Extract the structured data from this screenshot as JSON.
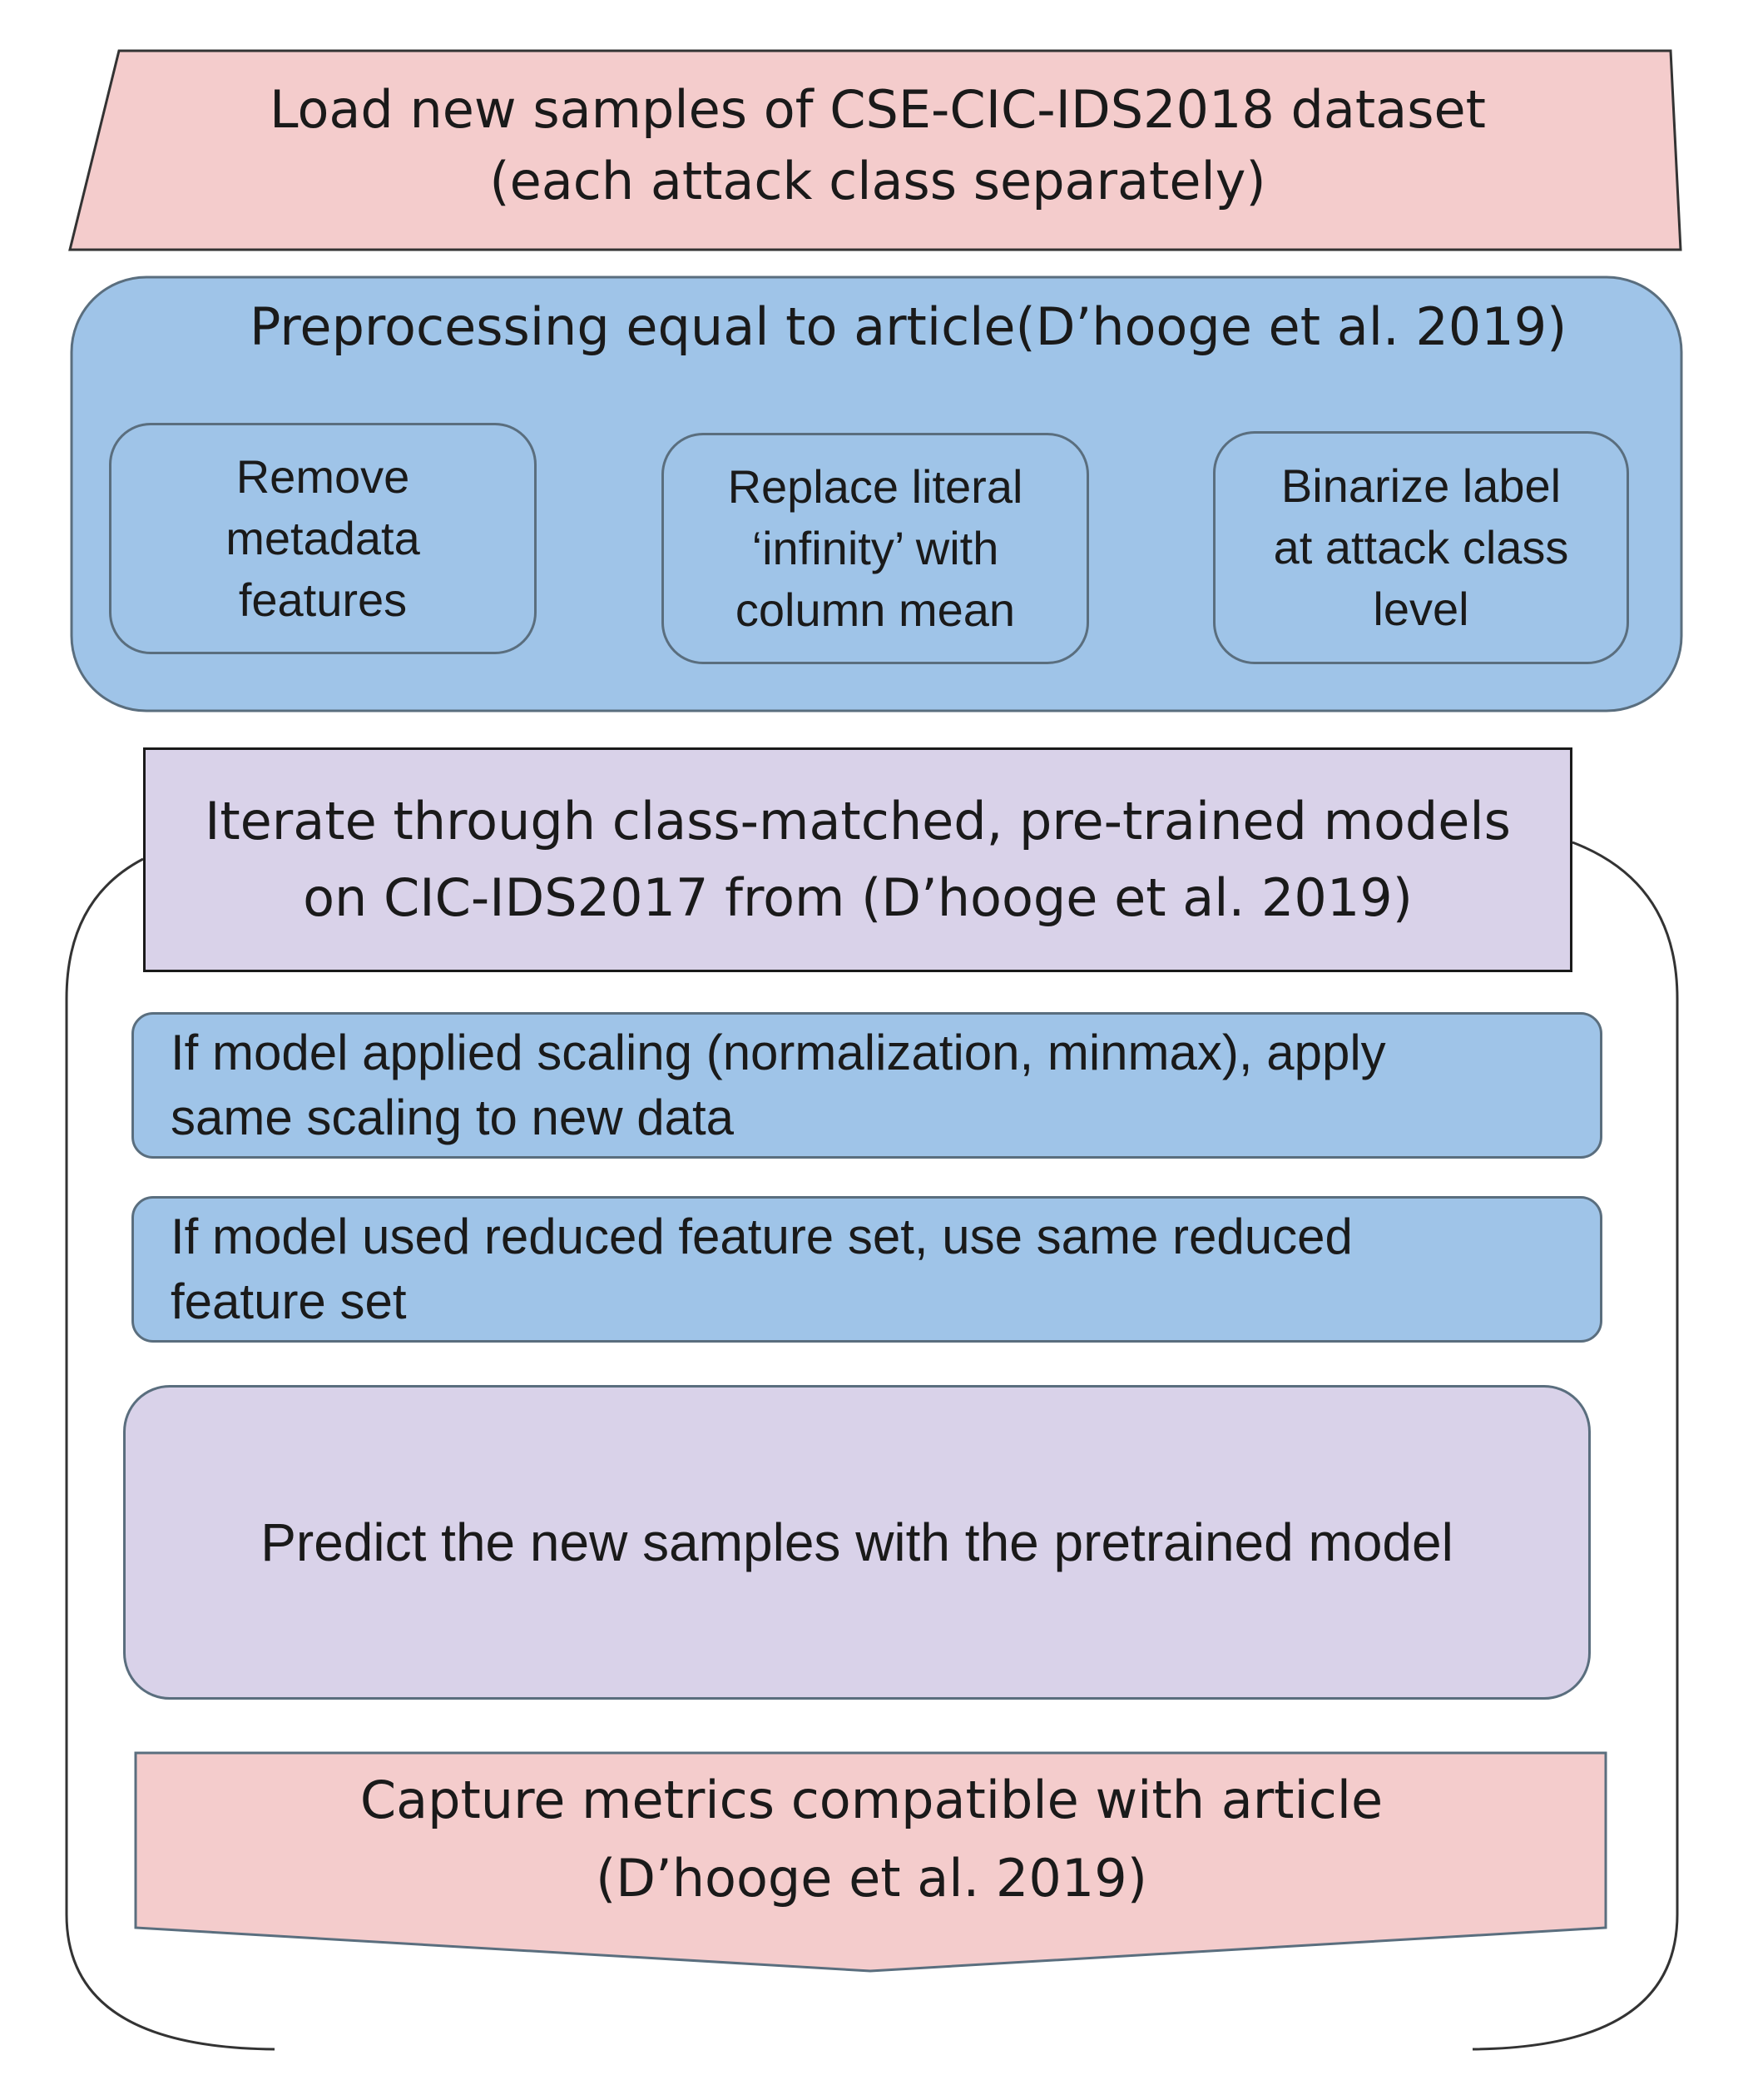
{
  "load_step": {
    "lines": [
      "Load new samples of CSE-CIC-IDS2018 dataset",
      "(each attack class separately)"
    ]
  },
  "preprocessing": {
    "title": "Preprocessing equal to article(D’hooge et al. 2019)",
    "steps": [
      {
        "lines": [
          "Remove",
          "metadata",
          "features"
        ]
      },
      {
        "lines": [
          "Replace literal",
          "‘infinity’ with",
          "column mean"
        ]
      },
      {
        "lines": [
          "Binarize label",
          "at attack class",
          "level"
        ]
      }
    ]
  },
  "iterate_step": {
    "lines": [
      "Iterate through class-matched, pre-trained models",
      "on CIC-IDS2017 from (D’hooge et al. 2019)"
    ]
  },
  "scaling_step": {
    "lines": [
      "If model applied scaling (normalization, minmax), apply",
      "same scaling to new data"
    ]
  },
  "feature_step": {
    "lines": [
      "If model used reduced feature set, use same reduced",
      "feature set"
    ]
  },
  "predict_step": {
    "text": "Predict the new samples with the pretrained model"
  },
  "capture_step": {
    "lines": [
      "Capture metrics compatible with article",
      "(D’hooge et al. 2019)"
    ]
  },
  "colors": {
    "pink": "#f4cccc",
    "blue": "#9fc4e8",
    "lavender": "#d9d2e9",
    "outline": "#333333"
  }
}
